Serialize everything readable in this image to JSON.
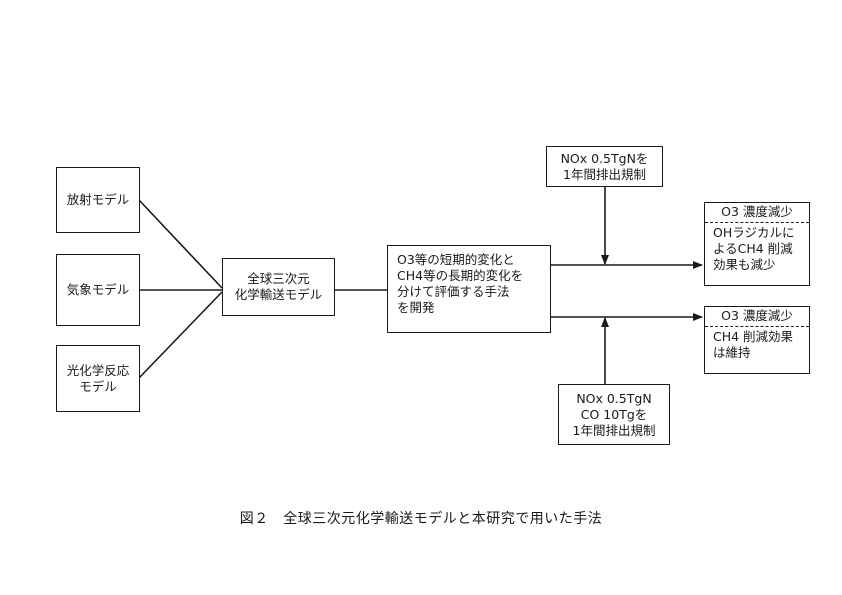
{
  "diagram": {
    "inputs": [
      {
        "lines": [
          "放射モデル"
        ]
      },
      {
        "lines": [
          "気象モデル"
        ]
      },
      {
        "lines": [
          "光化学反応",
          "モデル"
        ]
      }
    ],
    "central_model": {
      "lines": [
        "全球三次元",
        "化学輸送モデル"
      ]
    },
    "method": {
      "lines": [
        "O3等の短期的変化と",
        "CH4等の長期的変化を",
        "分けて評価する手法",
        "を開発"
      ]
    },
    "scenario_top": {
      "lines": [
        "NOx 0.5TgNを",
        "1年間排出規制"
      ]
    },
    "scenario_bottom": {
      "lines": [
        "NOx 0.5TgN",
        "CO 10Tgを",
        "1年間排出規制"
      ]
    },
    "result_top": {
      "header": "O3 濃度減少",
      "lines": [
        "OHラジカルに",
        "よるCH4 削減",
        "効果も減少"
      ]
    },
    "result_bottom": {
      "header": "O3 濃度減少",
      "lines": [
        "CH4 削減効果",
        "は維持"
      ]
    }
  },
  "caption": "図２　全球三次元化学輸送モデルと本研究で用いた手法"
}
